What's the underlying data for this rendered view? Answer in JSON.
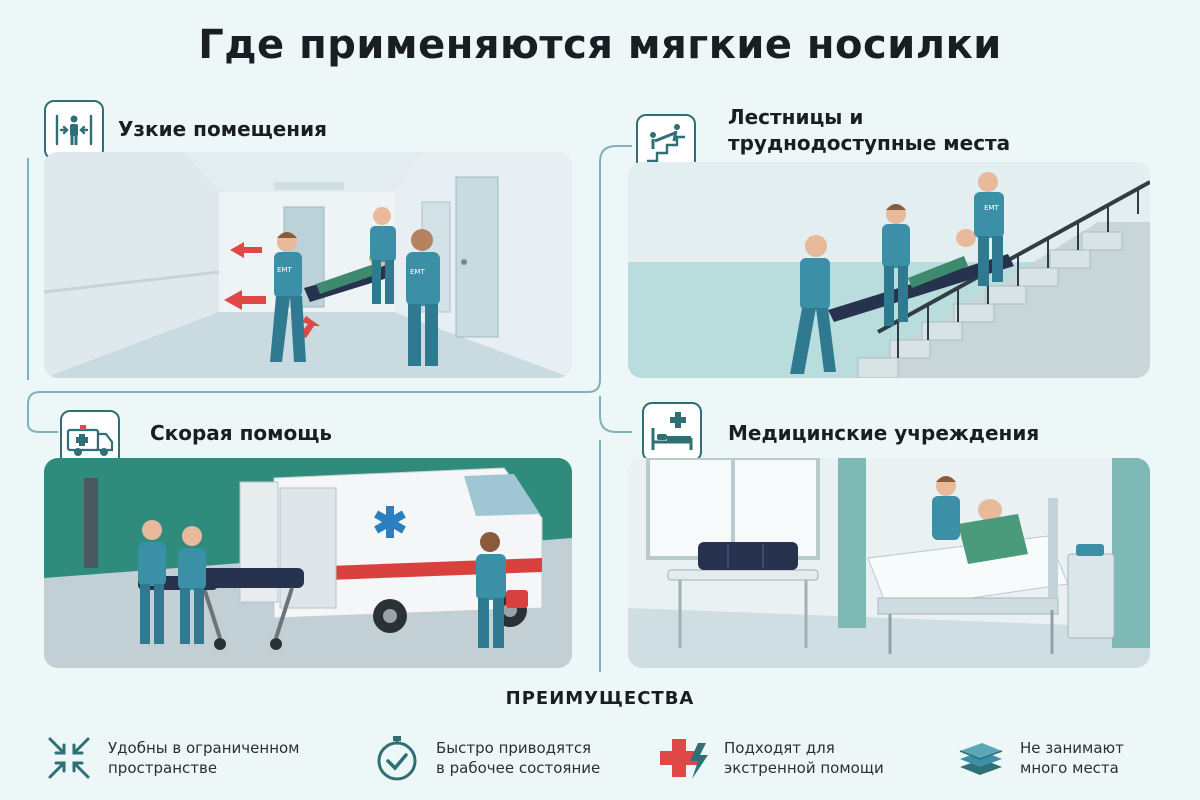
{
  "page": {
    "title": "Где применяются мягкие носилки"
  },
  "panels": [
    {
      "title_lines": [
        "Узкие помещения"
      ],
      "icon": "person-in-narrow-space-icon"
    },
    {
      "title_lines": [
        "Лестницы и",
        "труднодоступные места"
      ],
      "icon": "stairs-carry-icon"
    },
    {
      "title_lines": [
        "Скорая помощь"
      ],
      "icon": "ambulance-icon"
    },
    {
      "title_lines": [
        "Медицинские учреждения"
      ],
      "icon": "hospital-bed-icon"
    }
  ],
  "scene_labels": {
    "emt_vest_1": "EMT",
    "emt_vest_2": "EMT",
    "emt_vest_3": "EMT"
  },
  "benefits": {
    "heading": "ПРЕИМУЩЕСТВА",
    "items": [
      {
        "lines": [
          "Удобны в ограниченном",
          "пространстве"
        ],
        "icon": "compress-arrows-icon"
      },
      {
        "lines": [
          "Быстро приводятся",
          "в рабочее состояние"
        ],
        "icon": "stopwatch-check-icon"
      },
      {
        "lines": [
          "Подходят для",
          "экстренной помощи"
        ],
        "icon": "medical-cross-lightning-icon"
      },
      {
        "lines": [
          "Не занимают",
          "много места"
        ],
        "icon": "folded-stretcher-icon"
      }
    ]
  },
  "colors": {
    "accent": "#2f6f76",
    "uniform": "#3b8fa6",
    "arrow_red": "#e04848",
    "ambulance_stripe": "#d9413f",
    "stretcher_navy": "#27324f"
  }
}
